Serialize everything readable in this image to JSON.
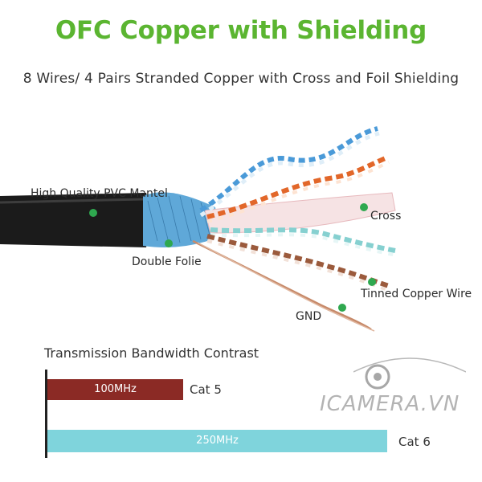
{
  "title": "OFC Copper with Shielding",
  "subtitle": "8 Wires/ 4 Pairs Stranded Copper with Cross and Foil Shielding",
  "labels": {
    "mantel": "High Quality PVC Mantel",
    "folie": "Double Folie",
    "cross": "Cross",
    "tinned": "Tinned Copper Wire",
    "gnd": "GND"
  },
  "bandwidth": {
    "title": "Transmission Bandwidth Contrast",
    "bars": [
      {
        "value_label": "100MHz",
        "category": "Cat 5",
        "mhz": 100,
        "color": "#8b2a25"
      },
      {
        "value_label": "250MHz",
        "category": "Cat 6",
        "mhz": 250,
        "color": "#7fd4dc"
      }
    ]
  },
  "watermark": "ICAMERA.VN",
  "colors": {
    "title": "#5bb531",
    "marker": "#2fa84f",
    "jacket": "#1b1b1b",
    "foil": "#5fa8d8",
    "blue_wire": "#4a9ad8",
    "orange_wire": "#e2672a",
    "cross": "#f4d6d8",
    "teal_wire": "#86d0d0",
    "brown_wire": "#9b5a3c",
    "copper": "#c78a6a"
  }
}
